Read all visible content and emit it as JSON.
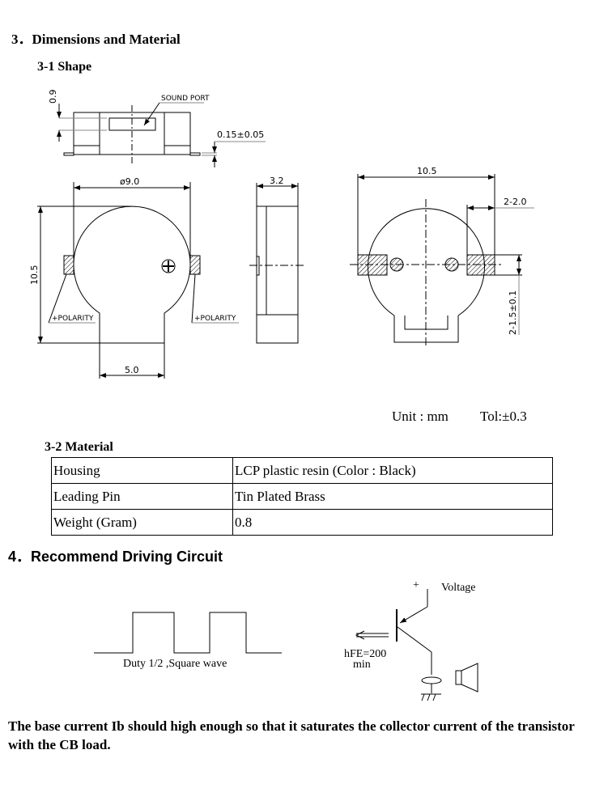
{
  "section3": {
    "title": "3．Dimensions and Material",
    "shape_title": "3-1 Shape",
    "material_title": "3-2 Material"
  },
  "drawing": {
    "dim_height_top": "0.9",
    "sound_port": "SOUND PORT",
    "terminal_thickness": "0.15±0.05",
    "diameter": "ø9.0",
    "height": "10.5",
    "polarity_left": "+POLARITY",
    "polarity_right": "+POLARITY",
    "tab_width": "5.0",
    "thickness": "3.2",
    "bottom_width": "10.5",
    "pad_width": "2-2.0",
    "pad_height": "2-1.5±0.1"
  },
  "unit": "Unit : mm",
  "tolerance": "Tol:±0.3",
  "material_table": [
    [
      "Housing",
      "LCP plastic resin (Color : Black)"
    ],
    [
      "Leading Pin",
      "Tin Plated Brass"
    ],
    [
      "Weight (Gram)",
      "0.8"
    ]
  ],
  "section4": {
    "title": "4．Recommend Driving Circuit",
    "wave_label": "Duty 1/2 ,Square wave",
    "plus": "+",
    "voltage": "Voltage",
    "hfe": "hFE=200",
    "hfe_min": "min"
  },
  "note": "The base current Ib should high enough so that it saturates the collector current of the transistor with the CB load."
}
